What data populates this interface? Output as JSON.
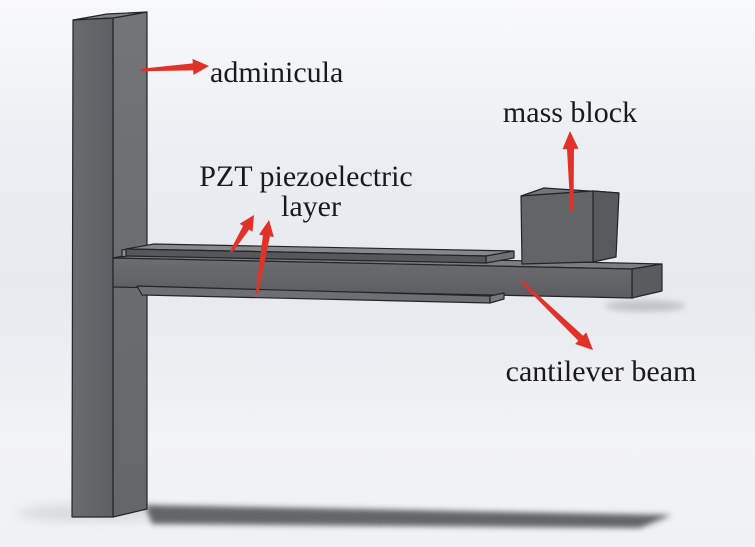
{
  "figure": {
    "kind": "3d-cad-annotated-diagram",
    "parts": [
      {
        "id": "adminicula",
        "label": "adminicula"
      },
      {
        "id": "pzt_piezoelectric_layer",
        "label_line1": "PZT piezoelectric",
        "label_line2": "layer"
      },
      {
        "id": "mass_block",
        "label": "mass block"
      },
      {
        "id": "cantilever_beam",
        "label": "cantilever beam"
      }
    ]
  },
  "colors": {
    "arrow_red": "#e23128",
    "label_text": "#1a1a1c",
    "outline": "#232426",
    "metal_front": "#626467",
    "metal_side": "#6e7073",
    "metal_top": "#7b7d80",
    "pzt_top": "#85878a",
    "background_mid": "#e7eaef"
  }
}
